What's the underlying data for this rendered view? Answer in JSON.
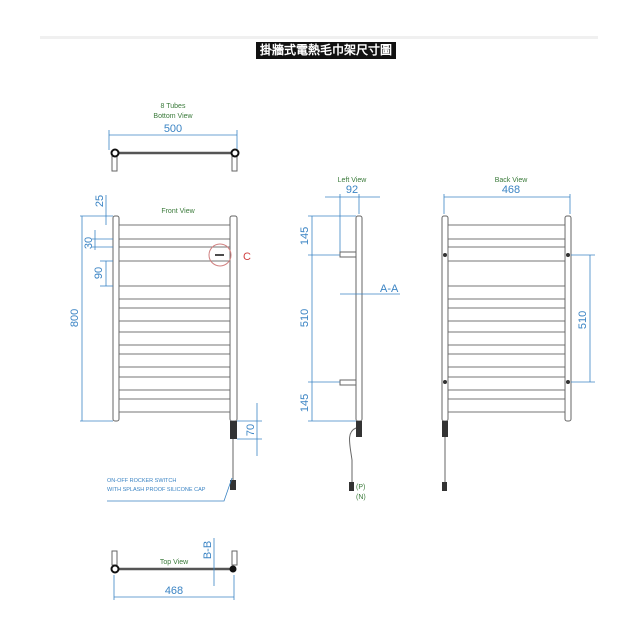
{
  "title": "掛牆式電熱毛巾架尺寸圖",
  "bottom_view": {
    "label_line1": "8 Tubes",
    "label_line2": "Bottom View",
    "width": "500"
  },
  "front_view": {
    "label": "Front View",
    "dim_top": "25",
    "dim_gap": "30",
    "dim_spacing": "90",
    "height": "800",
    "controller": "70",
    "detail": "C"
  },
  "left_view": {
    "label": "Left View",
    "depth": "92",
    "dim_top": "145",
    "dim_mid": "510",
    "dim_bottom": "145",
    "section": "A-A",
    "plug_p": "(P)",
    "plug_n": "(N)"
  },
  "back_view": {
    "label": "Back View",
    "width": "468",
    "dim_mid": "510"
  },
  "note": {
    "line1": "ON-OFF ROCKER SWITCH",
    "line2": "WITH SPLASH PROOF SILICONE CAP"
  },
  "top_view": {
    "label": "Top View",
    "section": "B-B",
    "width": "468"
  }
}
